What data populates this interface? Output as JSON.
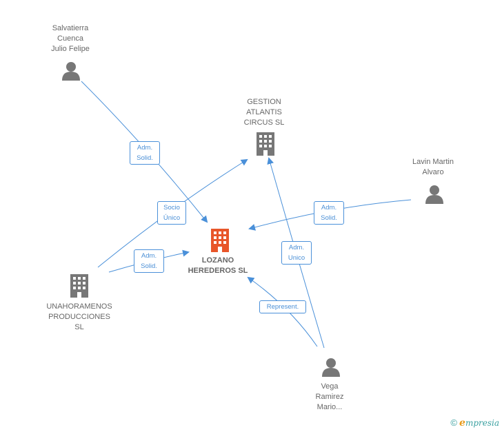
{
  "colors": {
    "edge": "#4a90d9",
    "person_icon": "#777777",
    "company_icon": "#777777",
    "main_icon": "#e8562a",
    "label": "#666666"
  },
  "nodes": {
    "salvatierra": {
      "lines": [
        "Salvatierra",
        "Cuenca",
        "Julio Felipe"
      ],
      "icon": "person-icon"
    },
    "gestion": {
      "lines": [
        "GESTION",
        "ATLANTIS",
        "CIRCUS SL"
      ],
      "icon": "building-icon"
    },
    "lavin": {
      "lines": [
        "Lavin Martin",
        "Alvaro"
      ],
      "icon": "person-icon"
    },
    "lozano": {
      "lines": [
        "LOZANO",
        "HEREDEROS SL"
      ],
      "icon": "building-icon"
    },
    "unahoramenos": {
      "lines": [
        "UNAHORAMENOS",
        "PRODUCCIONES",
        "SL"
      ],
      "icon": "building-icon"
    },
    "vega": {
      "lines": [
        "Vega",
        "Ramirez",
        "Mario..."
      ],
      "icon": "person-icon"
    }
  },
  "edges": {
    "salvatierra_lozano": [
      "Adm.",
      "Solid."
    ],
    "unahoramenos_gestion": [
      "Socio",
      "Único"
    ],
    "unahoramenos_lozano": [
      "Adm.",
      "Solid."
    ],
    "lavin_lozano": [
      "Adm.",
      "Solid."
    ],
    "vega_gestion": [
      "Adm.",
      "Unico"
    ],
    "vega_lozano": [
      "Represent."
    ]
  },
  "brand": {
    "copyright": "©",
    "initial": "e",
    "name": "mpresia"
  }
}
